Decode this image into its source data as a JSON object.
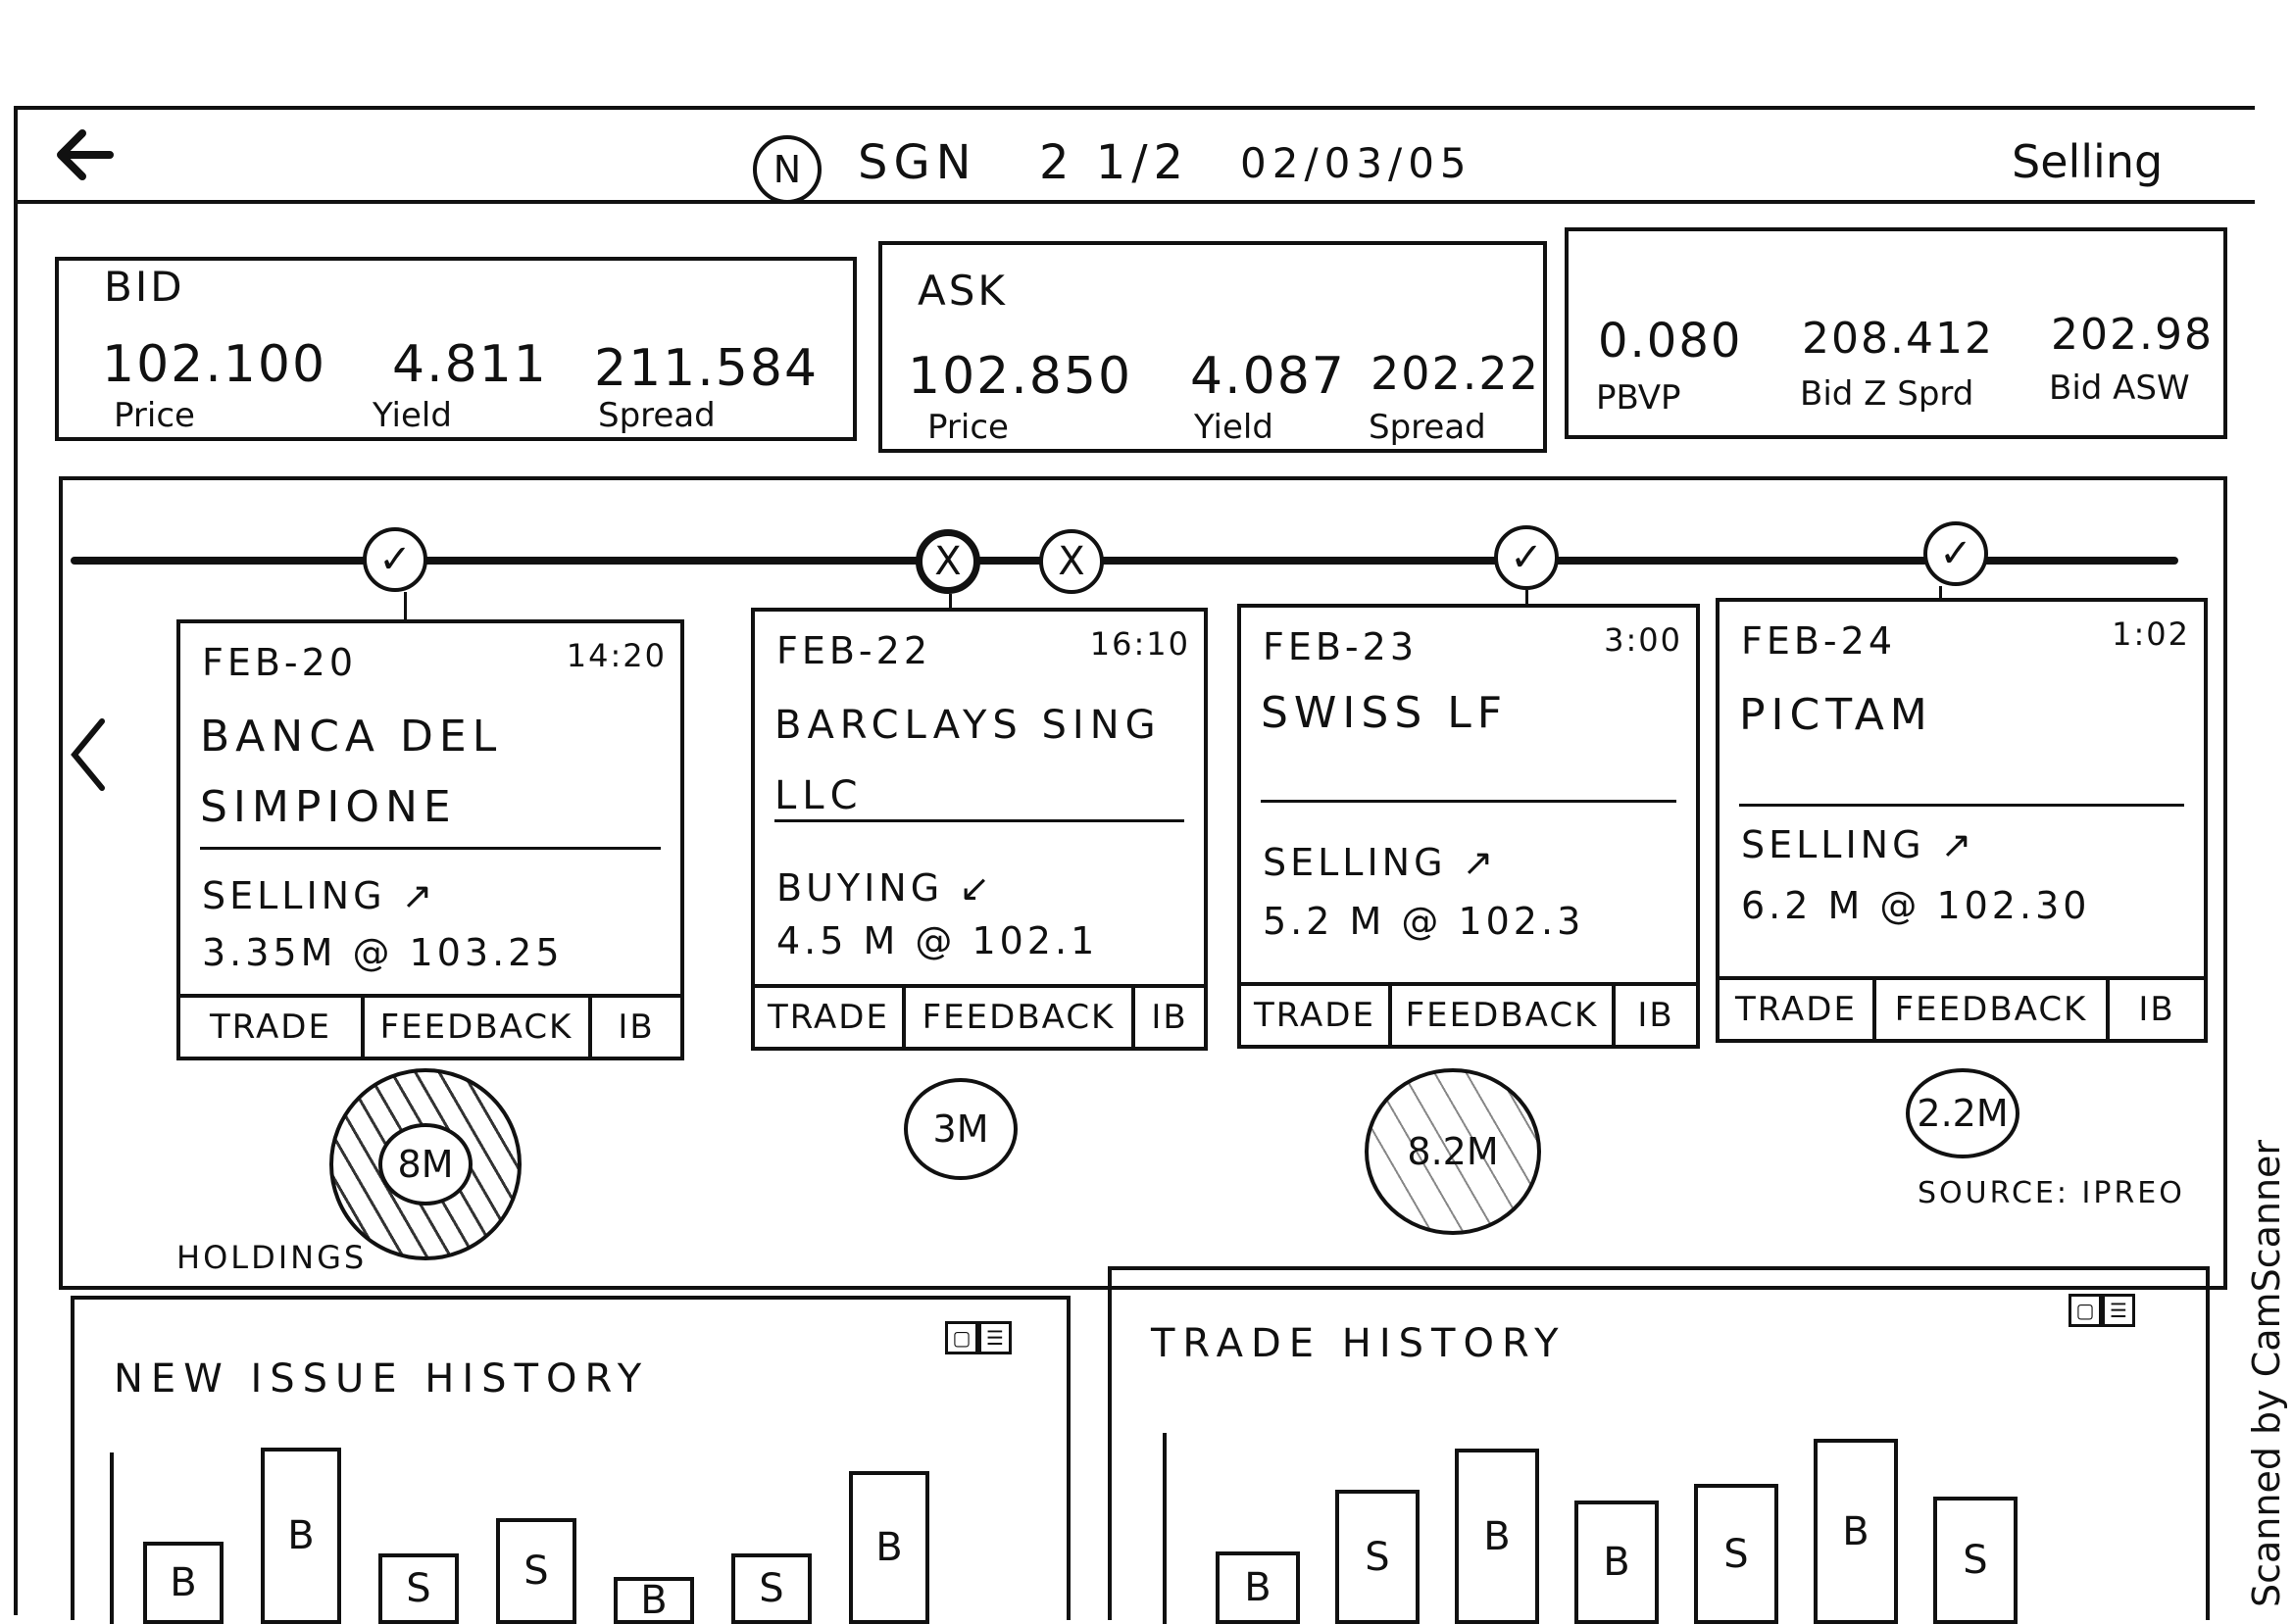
{
  "header": {
    "back_icon": "arrow-left-icon",
    "issuer_badge": "N",
    "security": "SGN",
    "coupon": "2 1/2",
    "maturity": "02/03/05",
    "side": "Selling"
  },
  "bid": {
    "label": "BID",
    "price": "102.100",
    "price_label": "Price",
    "yield": "4.811",
    "yield_label": "Yield",
    "spread": "211.584",
    "spread_label": "Spread"
  },
  "ask": {
    "label": "ASK",
    "price": "102.850",
    "price_label": "Price",
    "yield": "4.087",
    "yield_label": "Yield",
    "spread": "202.22",
    "spread_label": "Spread"
  },
  "metrics": {
    "pbvp": "0.080",
    "pbvp_label": "PBVP",
    "bid_z": "208.412",
    "bid_z_label": "Bid Z Sprd",
    "bid_asw": "202.98",
    "bid_asw_label": "Bid ASW"
  },
  "timeline": {
    "nodes": [
      {
        "mark": "✓"
      },
      {
        "mark": "X"
      },
      {
        "mark": "X"
      },
      {
        "mark": "✓"
      },
      {
        "mark": "✓"
      }
    ],
    "prev_icon": "chevron-left-icon"
  },
  "cards": [
    {
      "date": "FEB-20",
      "time": "14:20",
      "name": "BANCA DEL SIMPIONE",
      "side": "SELLING ↗",
      "fill": "3.35M @ 103.25",
      "holding": "8M"
    },
    {
      "date": "FEB-22",
      "time": "16:10",
      "name": "BARCLAYS SING LLC",
      "side": "BUYING ↙",
      "fill": "4.5 M @ 102.1",
      "holding": "3M"
    },
    {
      "date": "FEB-23",
      "time": "3:00",
      "name": "SWISS LF",
      "side": "SELLING ↗",
      "fill": "5.2 M @ 102.3",
      "holding": "8.2M"
    },
    {
      "date": "FEB-24",
      "time": "1:02",
      "name": "PICTAM",
      "side": "SELLING ↗",
      "fill": "6.2 M @ 102.30",
      "holding": "2.2M"
    }
  ],
  "card_actions": {
    "trade": "TRADE",
    "feedback": "FEEDBACK",
    "ib": "IB"
  },
  "holdings_label": "HOLDINGS",
  "source_label": "SOURCE: IPREO",
  "new_issue": {
    "title": "NEW ISSUE HISTORY",
    "bars": [
      {
        "label": "B",
        "value": 0.35
      },
      {
        "label": "B",
        "value": 0.75
      },
      {
        "label": "S",
        "value": 0.3
      },
      {
        "label": "S",
        "value": 0.45
      },
      {
        "label": "B",
        "value": 0.2
      },
      {
        "label": "S",
        "value": 0.3
      },
      {
        "label": "B",
        "value": 0.65
      }
    ]
  },
  "trade_history": {
    "title": "TRADE HISTORY",
    "bars": [
      {
        "label": "B",
        "value": 0.35
      },
      {
        "label": "S",
        "value": 0.65
      },
      {
        "label": "B",
        "value": 0.85
      },
      {
        "label": "B",
        "value": 0.6
      },
      {
        "label": "S",
        "value": 0.68
      },
      {
        "label": "B",
        "value": 0.9
      },
      {
        "label": "S",
        "value": 0.62
      }
    ]
  },
  "watermark": "Scanned by CamScanner"
}
